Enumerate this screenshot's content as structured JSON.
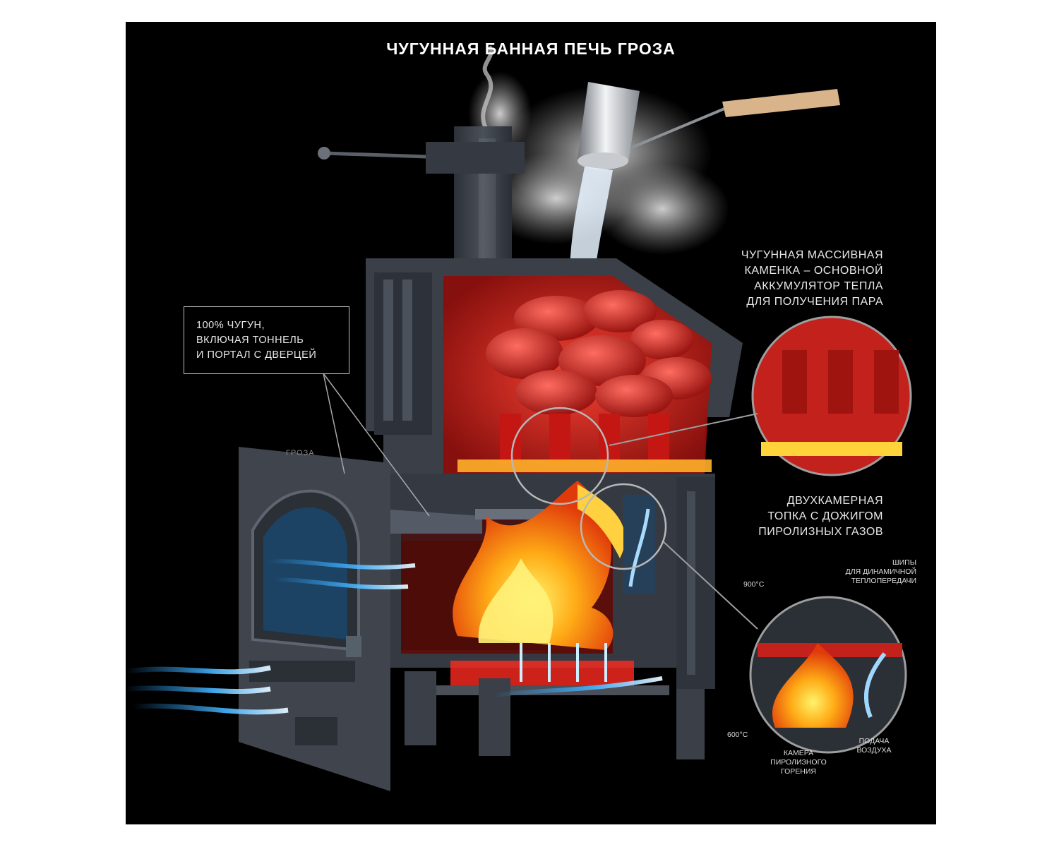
{
  "title": "ЧУГУННАЯ БАННАЯ ПЕЧЬ ГРОЗА",
  "callouts": {
    "stones": [
      "ЧУГУННАЯ МАССИВНАЯ",
      "КАМЕНКА – ОСНОВНОЙ",
      "АККУМУЛЯТОР ТЕПЛА",
      "ДЛЯ ПОЛУЧЕНИЯ ПАРА"
    ],
    "firebox": [
      "ДВУХКАМЕРНАЯ",
      "ТОПКА С ДОЖИГОМ",
      "ПИРОЛИЗНЫХ ГАЗОВ"
    ],
    "cast_iron": [
      "100% ЧУГУН,",
      "ВКЛЮЧАЯ ТОННЕЛЬ",
      "И ПОРТАЛ С ДВЕРЦЕЙ"
    ]
  },
  "detail_labels": {
    "spikes": [
      "ШИПЫ",
      "ДЛЯ ДИНАМИЧНОЙ",
      "ТЕПЛОПЕРЕДАЧИ"
    ],
    "temp_top": "900°С",
    "temp_bottom": "600°С",
    "chamber": [
      "КАМЕРА",
      "ПИРОЛИЗНОГО",
      "ГОРЕНИЯ"
    ],
    "air": [
      "ПОДАЧА",
      "ВОЗДУХА"
    ]
  },
  "door_logo": "ГРОЗА",
  "colors": {
    "background": "#000000",
    "metal": "#3a3f48",
    "heat": "#e0221e",
    "flame": "#ffa615",
    "air": "#2aa3ff",
    "text": "#e8e8e8"
  }
}
